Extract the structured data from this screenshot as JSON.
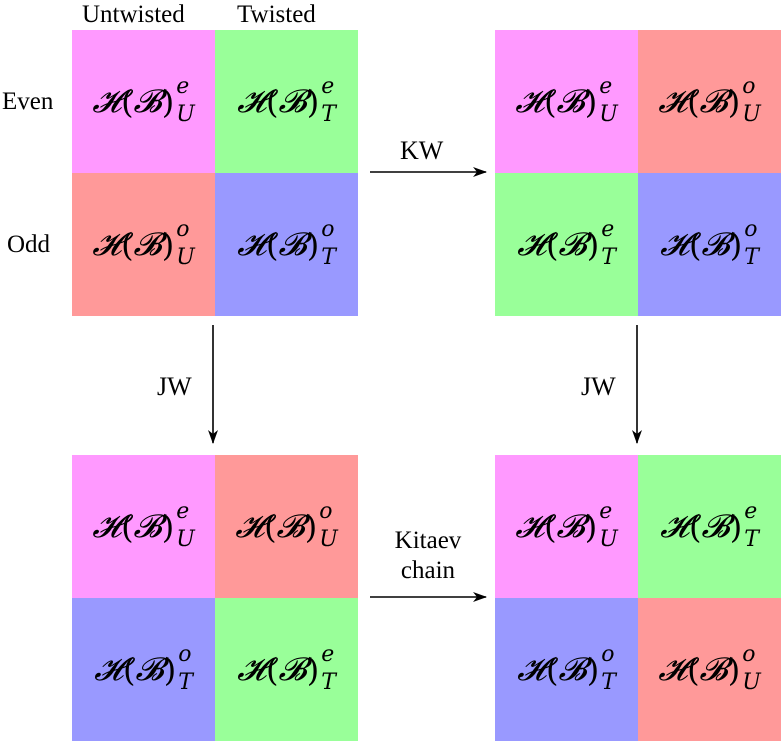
{
  "labels": {
    "untwisted": "Untwisted",
    "twisted": "Twisted",
    "even": "Even",
    "odd": "Odd"
  },
  "arrows": {
    "kw": "KW",
    "jw_left": "JW",
    "jw_right": "JW",
    "kitaev_line1": "Kitaev",
    "kitaev_line2": "chain"
  },
  "cell_text": {
    "H": "𝓗",
    "open": "(",
    "B": "𝓑",
    "close": ")"
  },
  "grids": {
    "top_left": [
      {
        "color": "magenta",
        "sup": "e",
        "sub": "U"
      },
      {
        "color": "green",
        "sup": "e",
        "sub": "T"
      },
      {
        "color": "red",
        "sup": "o",
        "sub": "U"
      },
      {
        "color": "blue",
        "sup": "o",
        "sub": "T"
      }
    ],
    "top_right": [
      {
        "color": "magenta",
        "sup": "e",
        "sub": "U"
      },
      {
        "color": "red",
        "sup": "o",
        "sub": "U"
      },
      {
        "color": "green",
        "sup": "e",
        "sub": "T"
      },
      {
        "color": "blue",
        "sup": "o",
        "sub": "T"
      }
    ],
    "bottom_left": [
      {
        "color": "magenta",
        "sup": "e",
        "sub": "U"
      },
      {
        "color": "red",
        "sup": "o",
        "sub": "U"
      },
      {
        "color": "blue",
        "sup": "o",
        "sub": "T"
      },
      {
        "color": "green",
        "sup": "e",
        "sub": "T"
      }
    ],
    "bottom_right": [
      {
        "color": "magenta",
        "sup": "e",
        "sub": "U"
      },
      {
        "color": "green",
        "sup": "e",
        "sub": "T"
      },
      {
        "color": "blue",
        "sup": "o",
        "sub": "T"
      },
      {
        "color": "red",
        "sup": "o",
        "sub": "U"
      }
    ]
  },
  "colors": {
    "magenta": "#ff99ff",
    "green": "#99ff99",
    "red": "#ff9999",
    "blue": "#9999ff"
  }
}
